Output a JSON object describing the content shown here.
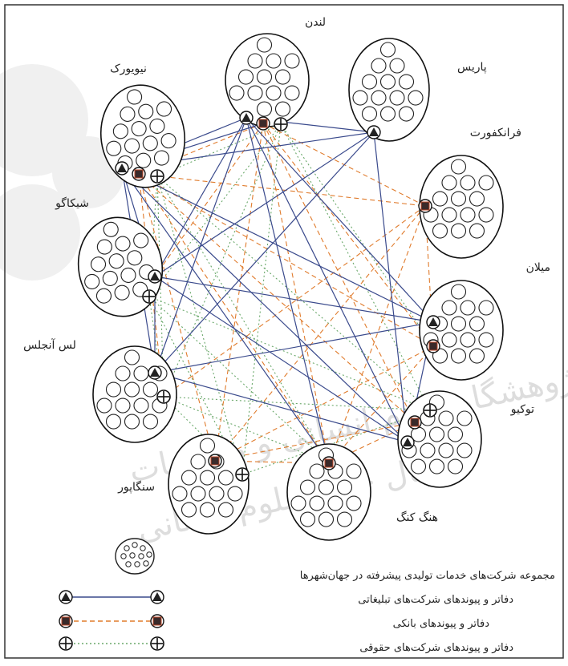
{
  "cities": [
    {
      "id": "london",
      "label": "لندن"
    },
    {
      "id": "paris",
      "label": "پاریس"
    },
    {
      "id": "newyork",
      "label": "نیویورک"
    },
    {
      "id": "frankfurt",
      "label": "فرانکفورت"
    },
    {
      "id": "chicago",
      "label": "شیکاگو"
    },
    {
      "id": "milan",
      "label": "میلان"
    },
    {
      "id": "losangeles",
      "label": "لس آنجلس"
    },
    {
      "id": "tokyo",
      "label": "توکیو"
    },
    {
      "id": "singapore",
      "label": "سنگاپور"
    },
    {
      "id": "hongkong",
      "label": "هنگ کنگ"
    }
  ],
  "legend": {
    "title": "مجموعه شرکت‌های خدمات تولیدی پیشرفته در جهان‌شهرها",
    "items": [
      {
        "type": "advertising",
        "label": "دفاتر و پیوندهای شرکت‌های تبلیغاتی",
        "color": "#3a4a8c"
      },
      {
        "type": "banking",
        "label": "دفاتر و پیوندهای بانکی",
        "color": "#e07b2c"
      },
      {
        "type": "legal",
        "label": "دفاتر و پیوندهای شرکت‌های حقوقی",
        "color": "#6aa86a"
      }
    ]
  },
  "colors": {
    "advertising_line": "#3a4a8c",
    "advertising_line2": "#4a7aa0",
    "banking_line": "#e07b2c",
    "legal_line": "#6aa86a",
    "border": "#333333",
    "watermark": "#eeeeee"
  }
}
